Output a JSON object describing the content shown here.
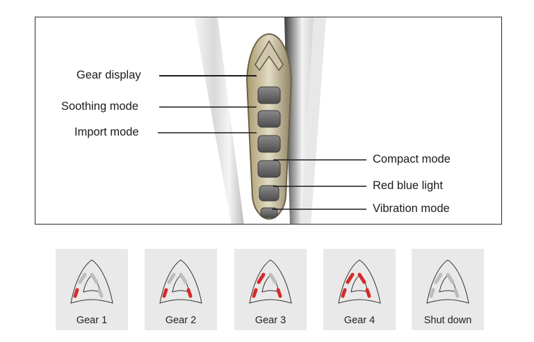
{
  "callouts_left": [
    {
      "label": "Gear display"
    },
    {
      "label": "Soothing mode"
    },
    {
      "label": "Import mode"
    }
  ],
  "callouts_right": [
    {
      "label": "Compact mode"
    },
    {
      "label": "Red blue light"
    },
    {
      "label": "Vibration mode"
    }
  ],
  "gears": [
    {
      "label": "Gear 1",
      "active_segments": 1
    },
    {
      "label": "Gear 2",
      "active_segments": 2
    },
    {
      "label": "Gear 3",
      "active_segments": 3
    },
    {
      "label": "Gear 4",
      "active_segments": 4
    },
    {
      "label": "Shut down",
      "active_segments": 0
    }
  ],
  "colors": {
    "segment_on": "#d62a2a",
    "segment_off": "#bdbdbd",
    "card_bg": "#e9e9e9",
    "leader_line": "#1a1a1a"
  }
}
